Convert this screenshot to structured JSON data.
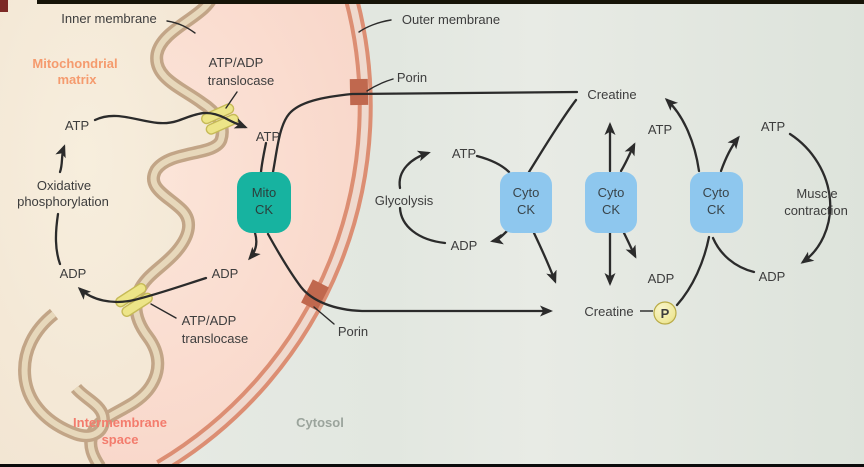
{
  "labels": {
    "inner_membrane": "Inner membrane",
    "outer_membrane": "Outer membrane",
    "mitochondrial_matrix_line1": "Mitochondrial",
    "mitochondrial_matrix_line2": "matrix",
    "intermembrane_line1": "Intermembrane",
    "intermembrane_line2": "space",
    "cytosol": "Cytosol",
    "translocase_line1": "ATP/ADP",
    "translocase_line2": "translocase",
    "porin": "Porin",
    "oxphos_line1": "Oxidative",
    "oxphos_line2": "phosphorylation",
    "glycolysis": "Glycolysis",
    "muscle_line1": "Muscle",
    "muscle_line2": "contraction",
    "atp": "ATP",
    "adp": "ADP",
    "creatine": "Creatine",
    "phosphate": "P",
    "mito_ck_line1": "Mito",
    "mito_ck_line2": "CK",
    "cyto_ck_line1": "Cyto",
    "cyto_ck_line2": "CK"
  },
  "colors": {
    "matrix_fill": "#f4e9d8",
    "intermembrane_fill": "#f9d9cc",
    "cytosol_fill": "#e3e8e1",
    "inner_membrane_edge": "#c2a587",
    "inner_membrane_core": "#e7d8bb",
    "outer_membrane_edge": "#dc8e73",
    "outer_membrane_core": "#efd9ce",
    "porin": "#c0684e",
    "translocase": "#ede588",
    "translocase_stroke": "#c6ba57",
    "mito_ck": "#17b3a0",
    "cyto_ck": "#8ec7ee",
    "p_badge": "#f1eda4",
    "p_badge_stroke": "#b9ab47",
    "arrow": "#2b2b2b",
    "matrix_label": "#f59b6e",
    "intermembrane_label": "#f37c6d",
    "cytosol_label": "#9ba49c",
    "text": "#3d3d3d"
  }
}
